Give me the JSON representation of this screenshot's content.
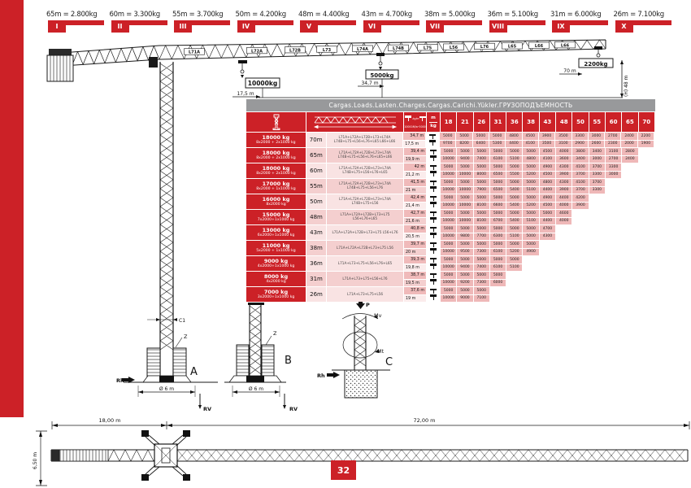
{
  "page": {
    "number": "32"
  },
  "ranges": [
    {
      "numeral": "I",
      "label": "65m = 2.800kg"
    },
    {
      "numeral": "II",
      "label": "60m = 3.300kg"
    },
    {
      "numeral": "III",
      "label": "55m = 3.700kg"
    },
    {
      "numeral": "IV",
      "label": "50m = 4.200kg"
    },
    {
      "numeral": "V",
      "label": "48m = 4.400kg"
    },
    {
      "numeral": "VI",
      "label": "43m = 4.700kg"
    },
    {
      "numeral": "VII",
      "label": "38m = 5.000kg"
    },
    {
      "numeral": "VIII",
      "label": "36m = 5.100kg"
    },
    {
      "numeral": "IX",
      "label": "31m = 6.000kg"
    },
    {
      "numeral": "X",
      "label": "26m = 7.100kg"
    }
  ],
  "crane": {
    "jib_segments": [
      "L71A",
      "L72A",
      "L72B",
      "L73",
      "L74A",
      "L74B",
      "L75",
      "L56",
      "L76",
      "L65",
      "L66",
      "L66"
    ],
    "labels": {
      "load1": "10000kg",
      "load1_radius": "17,5 m",
      "load2": "5000kg",
      "load2_radius": "34,7 m",
      "tip_load": "2200kg",
      "tip_radius": "70 m",
      "height": "(H) 48 m"
    },
    "bases": {
      "a": {
        "letter": "A",
        "c1": "C1",
        "z": "Z",
        "rh": "Rh",
        "rv": "RV",
        "width": "Ø 6 m"
      },
      "b": {
        "letter": "B",
        "z": "Z",
        "rv": "RV",
        "width": "Ø 6 m"
      },
      "c": {
        "letter": "C",
        "p": "P",
        "mv": "Mv",
        "mt": "Mt",
        "rh": "Rh"
      }
    }
  },
  "table": {
    "title": "Cargas.Loads.Lasten.Charges.Cargas.Carichi.Yükler.ГРУЗОПОДЪЕМНОСТЬ",
    "header": {
      "dr_label": "10000",
      "sr_label": "5000",
      "unit1": "kg/m",
      "unit2": "М/кг",
      "m": "m",
      "kg": "kg",
      "radii": [
        "18",
        "21",
        "26",
        "31",
        "36",
        "38",
        "43",
        "48",
        "50",
        "55",
        "60",
        "65",
        "70"
      ]
    },
    "rows": [
      {
        "capacity": "18000 kg",
        "falls": "8x2000 + 2x1000 kg",
        "jib": "70m",
        "combo": "L71A+L72A+L72B+L73+L74A L74B+L75+L56+L76+L65 L66+L66",
        "r_sr": "34,7 m",
        "r_dr": "17,5 m",
        "sr": [
          5000,
          5000,
          5000,
          5000,
          4800,
          4500,
          3900,
          3500,
          3300,
          3000,
          2700,
          2400,
          2200
        ],
        "dr": [
          9700,
          8200,
          6400,
          5300,
          4400,
          4100,
          3500,
          3100,
          2900,
          2600,
          2300,
          2000,
          1900
        ]
      },
      {
        "capacity": "18000 kg",
        "falls": "8x2000 + 2x1000 kg",
        "jib": "65m",
        "combo": "L71A+L72A+L72B+L73+L74A L74B+L75+L56+L76+L65+L66",
        "r_sr": "39,4 m",
        "r_dr": "19,9 m",
        "sr": [
          5000,
          5000,
          5000,
          5000,
          5000,
          5000,
          4500,
          4000,
          3800,
          3400,
          3100,
          2800
        ],
        "dr": [
          10000,
          9400,
          7400,
          6100,
          5100,
          4800,
          4100,
          3600,
          3400,
          3000,
          2700,
          2400
        ]
      },
      {
        "capacity": "18000 kg",
        "falls": "8x2000 + 2x1000 kg",
        "jib": "60m",
        "combo": "L71A+L72A+L72B+L73+L74A L74B+L75+L56+L76+L65",
        "r_sr": "42 m",
        "r_dr": "21,2 m",
        "sr": [
          5000,
          5000,
          5000,
          5000,
          5000,
          5000,
          4900,
          4300,
          4100,
          3700,
          3300
        ],
        "dr": [
          10000,
          10000,
          8000,
          6500,
          5500,
          5200,
          4500,
          3900,
          3700,
          3300,
          3000
        ]
      },
      {
        "capacity": "17000 kg",
        "falls": "8x2000 + 1x1000 kg",
        "jib": "55m",
        "combo": "L71A+L72A+L72B+L73+L74A L74B+L75+L56+L76",
        "r_sr": "41,5 m",
        "r_dr": "21 m",
        "sr": [
          5000,
          5000,
          5000,
          5000,
          5000,
          5000,
          4800,
          4300,
          4100,
          3700
        ],
        "dr": [
          10000,
          10000,
          7900,
          6500,
          5400,
          5100,
          4400,
          3900,
          3700,
          3300
        ]
      },
      {
        "capacity": "16000 kg",
        "falls": "8x2000 kg",
        "jib": "50m",
        "combo": "L71A+L72A+L72B+L73+L74A L74B+L75+L56",
        "r_sr": "42,4 m",
        "r_dr": "21,4 m",
        "sr": [
          5000,
          5000,
          5000,
          5000,
          5000,
          5000,
          4900,
          4400,
          4200
        ],
        "dr": [
          10000,
          10000,
          8100,
          6600,
          5400,
          5200,
          4500,
          4000,
          3900
        ]
      },
      {
        "capacity": "15000 kg",
        "falls": "7x2000+1x1000 kg",
        "jib": "48m",
        "combo": "L71A+L72A+L72B+L73+L75 L56+L76+L65",
        "r_sr": "42,7 m",
        "r_dr": "21,6 m",
        "sr": [
          5000,
          5000,
          5000,
          5000,
          5000,
          5000,
          5000,
          4600
        ],
        "dr": [
          10000,
          10000,
          8100,
          6700,
          5400,
          5100,
          4400,
          4000
        ]
      },
      {
        "capacity": "13000 kg",
        "falls": "6x2000+1x1000 kg",
        "jib": "43m",
        "combo": "L71A+L72A+L72B+L73+L75 L56+L76",
        "r_sr": "40,8 m",
        "r_dr": "20,5 m",
        "sr": [
          5000,
          5000,
          5000,
          5000,
          5000,
          5000,
          4700
        ],
        "dr": [
          10000,
          9800,
          7700,
          6300,
          5100,
          5000,
          4300
        ]
      },
      {
        "capacity": "11000 kg",
        "falls": "5x2000 + 1x1000 kg",
        "jib": "38m",
        "combo": "L71A+L72A+L72B+L73+L75 L56",
        "r_sr": "39,7 m",
        "r_dr": "20 m",
        "sr": [
          5000,
          5000,
          5000,
          5000,
          5000,
          5000
        ],
        "dr": [
          10000,
          9500,
          7300,
          6100,
          5200,
          4900
        ]
      },
      {
        "capacity": "9000 kg",
        "falls": "4x2000+1x1000 kg",
        "jib": "36m",
        "combo": "L71A+L73+L75+L56+L76+L65",
        "r_sr": "39,3 m",
        "r_dr": "19,8 m",
        "sr": [
          5000,
          5000,
          5000,
          5000,
          5000
        ],
        "dr": [
          10000,
          9400,
          7400,
          6100,
          5100
        ]
      },
      {
        "capacity": "8000 kg",
        "falls": "4x2000 kg",
        "jib": "31m",
        "combo": "L71A+L73+L75+L56+L76",
        "r_sr": "38,7 m",
        "r_dr": "19,5 m",
        "sr": [
          5000,
          5000,
          5000,
          5000
        ],
        "dr": [
          10000,
          9200,
          7300,
          6000
        ]
      },
      {
        "capacity": "7000 kg",
        "falls": "3x2000+1x1000 kg",
        "jib": "26m",
        "combo": "L71A+L73+L75+L56",
        "r_sr": "37,6 m",
        "r_dr": "19 m",
        "sr": [
          5000,
          5000,
          5000
        ],
        "dr": [
          10000,
          9000,
          7100
        ]
      }
    ]
  },
  "plan": {
    "counterjib_dim": "18,00 m",
    "jib_dim": "72,00 m",
    "height_dim": "6,50 m"
  }
}
